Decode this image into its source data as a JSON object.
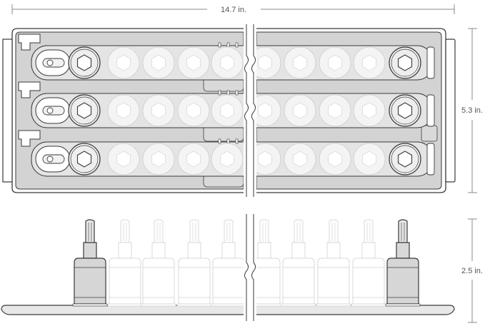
{
  "dimensions": {
    "length": "14.7 in.",
    "width": "5.3 in.",
    "height": "2.5 in."
  },
  "colors": {
    "line": "#3a3a3a",
    "tray_fill": "#d3d3d3",
    "rail_fill": "#e4e4e4",
    "socket_fill": "#eeeeee",
    "socket_faded": "#f4f4f4",
    "dim_line": "#888888"
  },
  "top_view": {
    "rows": 3,
    "sockets_per_row": 10,
    "break_indicator": "wavy-break-line"
  },
  "side_view": {
    "sockets": 10,
    "bit_tip": "flat-screwdriver-bit"
  }
}
